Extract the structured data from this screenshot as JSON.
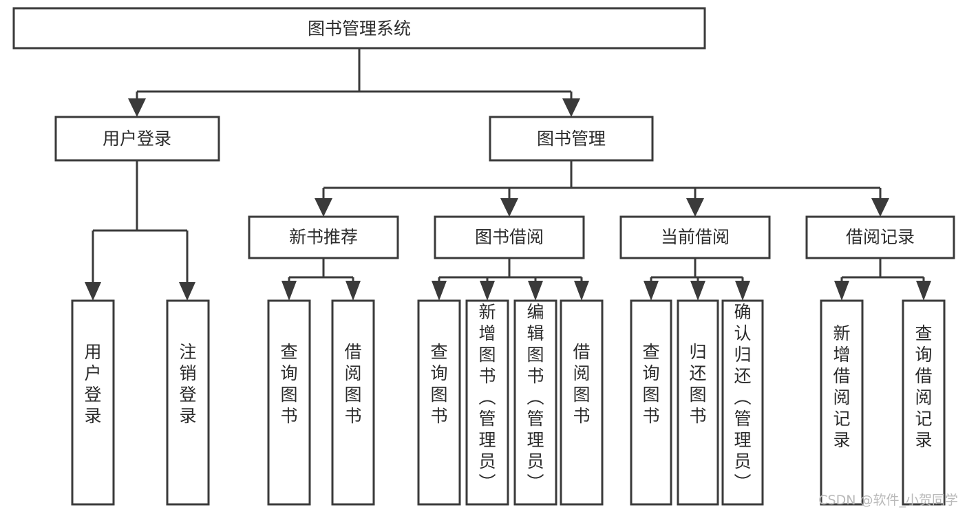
{
  "diagram": {
    "title": "图书管理系统",
    "type": "tree-hierarchy",
    "root": {
      "id": "root",
      "label": "图书管理系统",
      "orientation": "horizontal"
    },
    "level2": [
      {
        "id": "user-login",
        "label": "用户登录",
        "orientation": "horizontal"
      },
      {
        "id": "book-manage",
        "label": "图书管理",
        "orientation": "horizontal"
      }
    ],
    "level3": [
      {
        "id": "new-book-rec",
        "label": "新书推荐",
        "orientation": "horizontal",
        "parent": "book-manage"
      },
      {
        "id": "book-borrow",
        "label": "图书借阅",
        "orientation": "horizontal",
        "parent": "book-manage"
      },
      {
        "id": "current-borrow",
        "label": "当前借阅",
        "orientation": "horizontal",
        "parent": "book-manage"
      },
      {
        "id": "borrow-record",
        "label": "借阅记录",
        "orientation": "horizontal",
        "parent": "book-manage"
      }
    ],
    "leaves": [
      {
        "id": "leaf-user-login",
        "label": "用户登录",
        "parent": "user-login",
        "orientation": "vertical"
      },
      {
        "id": "leaf-user-logout",
        "label": "注销登录",
        "parent": "user-login",
        "orientation": "vertical"
      },
      {
        "id": "leaf-query-book-1",
        "label": "查询图书",
        "parent": "new-book-rec",
        "orientation": "vertical"
      },
      {
        "id": "leaf-borrow-book-1",
        "label": "借阅图书",
        "parent": "new-book-rec",
        "orientation": "vertical"
      },
      {
        "id": "leaf-query-book-2",
        "label": "查询图书",
        "parent": "book-borrow",
        "orientation": "vertical"
      },
      {
        "id": "leaf-add-book",
        "label": "新增图书（管理员）",
        "parent": "book-borrow",
        "orientation": "vertical"
      },
      {
        "id": "leaf-edit-book",
        "label": "编辑图书（管理员）",
        "parent": "book-borrow",
        "orientation": "vertical"
      },
      {
        "id": "leaf-borrow-book-2",
        "label": "借阅图书",
        "parent": "book-borrow",
        "orientation": "vertical"
      },
      {
        "id": "leaf-query-book-3",
        "label": "查询图书",
        "parent": "current-borrow",
        "orientation": "vertical"
      },
      {
        "id": "leaf-return-book",
        "label": "归还图书",
        "parent": "current-borrow",
        "orientation": "vertical"
      },
      {
        "id": "leaf-confirm-return",
        "label": "确认归还（管理员）",
        "parent": "current-borrow",
        "orientation": "vertical"
      },
      {
        "id": "leaf-add-record",
        "label": "新增借阅记录",
        "parent": "borrow-record",
        "orientation": "vertical"
      },
      {
        "id": "leaf-query-record",
        "label": "查询借阅记录",
        "parent": "borrow-record",
        "orientation": "vertical"
      }
    ]
  },
  "watermark": {
    "text": "CSDN @软件_小贺同学"
  },
  "colors": {
    "box_stroke": "#3a3a3a",
    "box_fill": "#ffffff",
    "text": "#2b2b2b",
    "connector": "#3a3a3a",
    "watermark": "#b9b9b9",
    "background": "#ffffff"
  }
}
